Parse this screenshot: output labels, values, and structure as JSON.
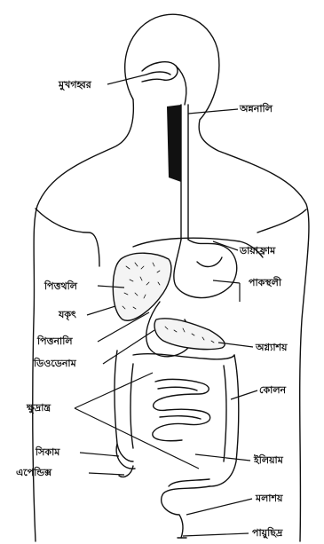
{
  "diagram": {
    "labels": {
      "mouth": "মুখগহ্বর",
      "esophagus": "অন্ননালি",
      "diaphragm": "ডায়াফ্রাম",
      "stomach": "পাকস্থলী",
      "gallbladder": "পিত্তথলি",
      "liver": "যকৃৎ",
      "bile_duct": "পিত্তনালি",
      "duodenum": "ডিওডেনাম",
      "pancreas": "অগ্ন্যাশয়",
      "colon": "কোলন",
      "small_intestine": "ক্ষুদ্রান্ত্র",
      "cecum": "সিকাম",
      "appendix": "এপেন্ডিক্স",
      "ileum": "ইলিয়াম",
      "rectum": "মলাশয়",
      "anus": "পায়ুছিদ্র"
    },
    "colors": {
      "ink": "#111111",
      "background": "#ffffff"
    }
  }
}
